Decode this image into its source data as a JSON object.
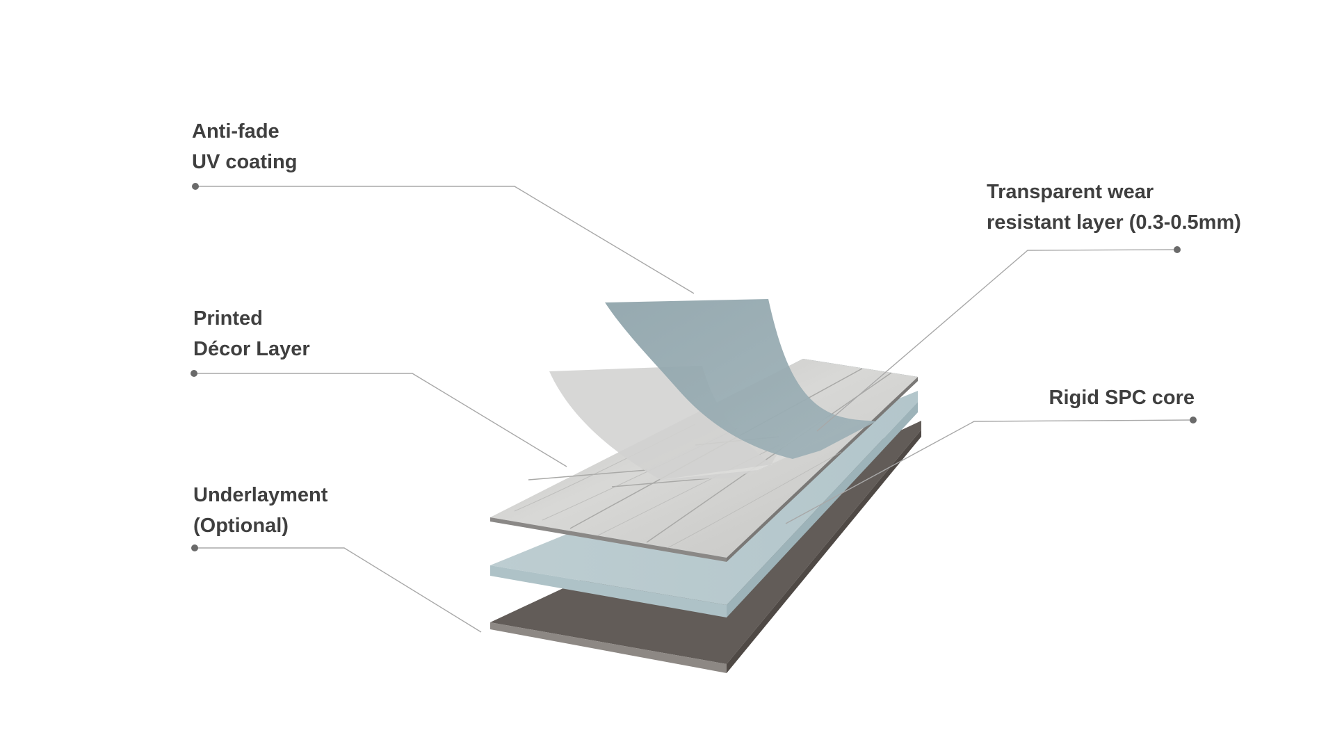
{
  "diagram": {
    "labels": {
      "uv_coating": {
        "line1": "Anti-fade",
        "line2": "UV coating"
      },
      "decor_layer": {
        "line1": "Printed",
        "line2": "Décor Layer"
      },
      "underlayment": {
        "line1": "Underlayment",
        "line2": "(Optional)"
      },
      "wear_layer": {
        "line1": "Transparent wear",
        "line2": "resistant layer (0.3-0.5mm)"
      },
      "spc_core": {
        "line1": "Rigid SPC core"
      }
    },
    "colors": {
      "background": "#ffffff",
      "label_text": "#3f3f3f",
      "leader_line": "#a8a8a8",
      "dot": "#6a6a6a",
      "uv_coating_sheet": "#93a7ae",
      "wear_layer_sheet": "#cfcfcd",
      "decor_wood": "#c9c9c7",
      "spc_core": "#b9cbcf",
      "underlayment": "#625c58"
    }
  }
}
